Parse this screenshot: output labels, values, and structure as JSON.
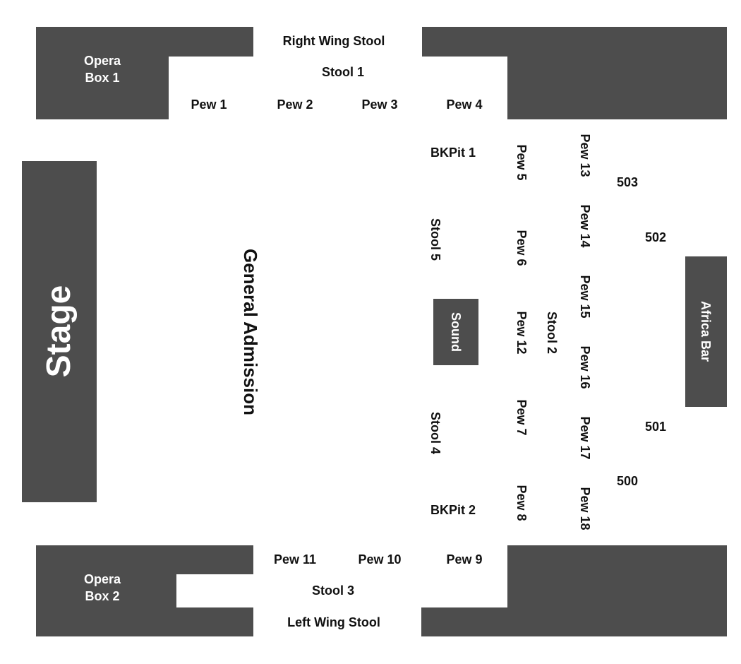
{
  "colors": {
    "block": "#4d4d4d",
    "background": "#ffffff",
    "text": "#111111",
    "block_text": "#ffffff"
  },
  "areas": {
    "stage": "Stage",
    "general_admission": "General Admission",
    "sound": "Sound",
    "africa_bar": "Africa Bar",
    "opera_box_1": "Opera\nBox 1",
    "opera_box_2": "Opera\nBox 2"
  },
  "stools": {
    "right_wing": "Right Wing Stool",
    "left_wing": "Left Wing Stool",
    "s1": "Stool 1",
    "s2": "Stool 2",
    "s3": "Stool 3",
    "s4": "Stool 4",
    "s5": "Stool 5"
  },
  "pits": {
    "bk1": "BKPit 1",
    "bk2": "BKPit 2"
  },
  "pews": {
    "p1": "Pew 1",
    "p2": "Pew 2",
    "p3": "Pew 3",
    "p4": "Pew 4",
    "p5": "Pew 5",
    "p6": "Pew 6",
    "p7": "Pew 7",
    "p8": "Pew 8",
    "p9": "Pew 9",
    "p10": "Pew 10",
    "p11": "Pew 11",
    "p12": "Pew 12",
    "p13": "Pew 13",
    "p14": "Pew 14",
    "p15": "Pew 15",
    "p16": "Pew 16",
    "p17": "Pew 17",
    "p18": "Pew 18"
  },
  "sections": {
    "s500": "500",
    "s501": "501",
    "s502": "502",
    "s503": "503"
  }
}
